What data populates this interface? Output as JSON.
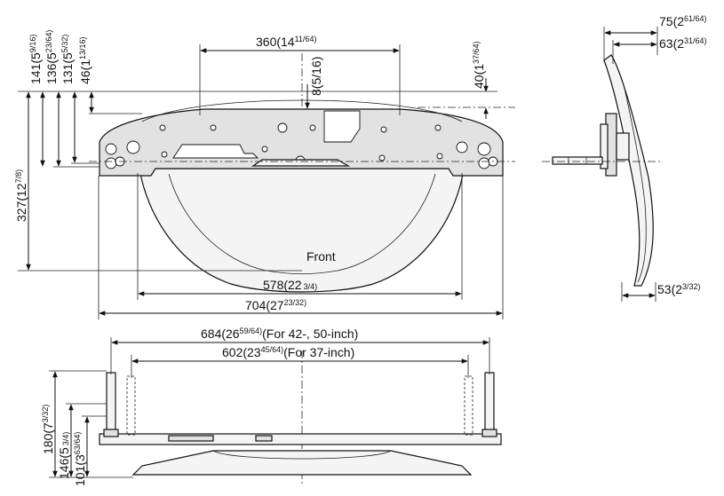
{
  "front_view": {
    "dims": {
      "d360": "360(14",
      "d360_frac": "11/64)",
      "d8": "8(5/16)",
      "d40": "40(1",
      "d40_frac": "37/64)",
      "d141": "141(5",
      "d141_frac": "9/16)",
      "d136": "136(5",
      "d136_frac": "23/64)",
      "d131": "131(5",
      "d131_frac": "5/32)",
      "d46": "46(1",
      "d46_frac": "13/16)",
      "d327": "327(12",
      "d327_frac": "7/8)",
      "d578": "578(22",
      "d578_frac": "3/4)",
      "d704": "704(27",
      "d704_frac": "23/32)"
    },
    "front_label": "Front"
  },
  "side_view": {
    "dims": {
      "d75": "75(2",
      "d75_frac": "61/64)",
      "d63": "63(2",
      "d63_frac": "31/64)",
      "d53": "53(2",
      "d53_frac": "3/32)"
    }
  },
  "rear_view": {
    "dims": {
      "d684": "684(26",
      "d684_frac": "59/64)",
      "d684_note": "(For 42-, 50-inch)",
      "d602": "602(23",
      "d602_frac": "45/64)",
      "d602_note": "(For 37-inch)",
      "d180": "180(7",
      "d180_frac": "3/32)",
      "d146": "146(5",
      "d146_frac": "3/4)",
      "d101": "101(3",
      "d101_frac": "63/64)"
    }
  }
}
